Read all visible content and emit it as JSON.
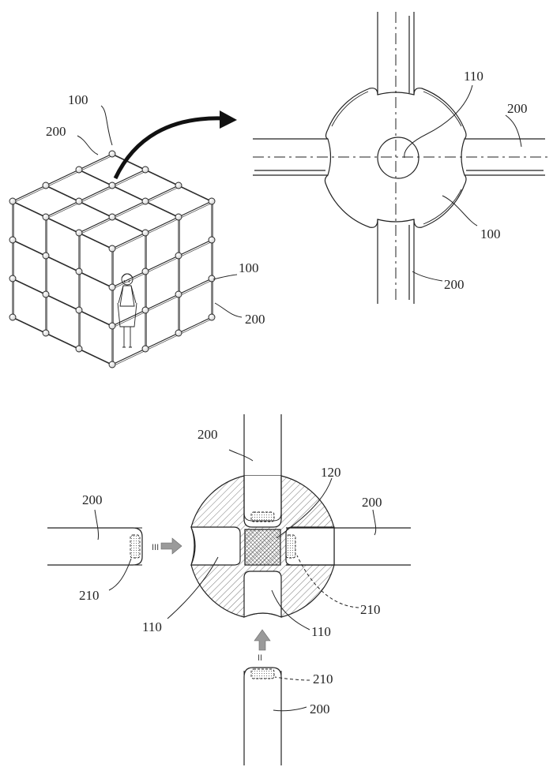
{
  "diagram": {
    "labels": {
      "cube_node": "100",
      "cube_rod": "200",
      "cube_node_side": "100",
      "cube_rod_side": "200",
      "hub_hole": "110",
      "hub_rod_right": "200",
      "hub_body": "100",
      "hub_rod_bottom": "200",
      "conn_rod_top": "200",
      "conn_center": "120",
      "conn_rod_left": "200",
      "conn_rod_right": "200",
      "conn_tip_left": "210",
      "conn_tip_right": "210",
      "conn_socket_left": "110",
      "conn_socket_bottom": "110",
      "conn_tip_bottom": "210",
      "conn_rod_bottom": "200"
    },
    "arrow_marks": {
      "left_insert": "III",
      "bottom_insert": "II"
    },
    "colors": {
      "line": "#222222",
      "hatch": "#555555",
      "insert_arrow": "#9a9a9a",
      "background": "#ffffff"
    }
  }
}
